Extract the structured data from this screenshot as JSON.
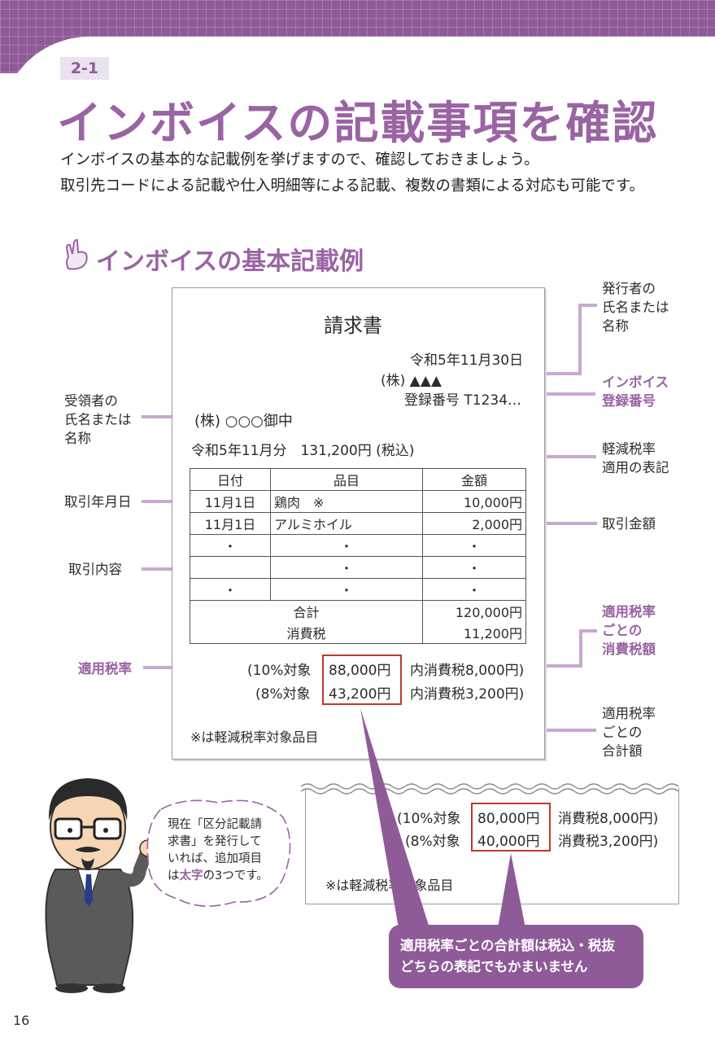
{
  "header": {
    "section_number": "2-1",
    "title": "インボイスの記載事項を確認"
  },
  "intro": {
    "line1": "インボイスの基本的な記載例を挙げますので、確認しておきましょう。",
    "line2": "取引先コードによる記載や仕入明細等による記載、複数の書類による対応も可能です。"
  },
  "subheading": "インボイスの基本記載例",
  "invoice": {
    "title": "請求書",
    "date": "令和5年11月30日",
    "issuer": "(株) ▲▲▲",
    "reg_number": "登録番号 T1234…",
    "recipient": "(株) ○○○御中",
    "summary": "令和5年11月分　131,200円 (税込)",
    "table": {
      "headers": [
        "日付",
        "品目",
        "金額"
      ],
      "rows": [
        [
          "11月1日",
          "鶏肉　※",
          "10,000円"
        ],
        [
          "11月1日",
          "アルミホイル",
          "2,000円"
        ],
        [
          "・",
          "・",
          "・"
        ],
        [
          "",
          "・",
          "・"
        ],
        [
          "・",
          "・",
          "・"
        ]
      ],
      "total_label": "合計",
      "total_value": "120,000円",
      "tax_label": "消費税",
      "tax_value": "11,200円"
    },
    "rate10": {
      "label": "(10%対象",
      "amount": "88,000円",
      "tax": "内消費税8,000円)"
    },
    "rate8": {
      "label": "(8%対象",
      "amount": "43,200円",
      "tax": "内消費税3,200円)"
    },
    "note": "※は軽減税率対象品目"
  },
  "labels": {
    "issuer_name": [
      "発行者の",
      "氏名または",
      "名称"
    ],
    "invoice_reg": [
      "インボイス",
      "登録番号"
    ],
    "recipient_name": [
      "受領者の",
      "氏名または",
      "名称"
    ],
    "reduced_rate": [
      "軽減税率",
      "適用の表記"
    ],
    "transaction_date": "取引年月日",
    "transaction_amount": "取引金額",
    "transaction_content": "取引内容",
    "tax_per_rate": [
      "適用税率",
      "ごとの",
      "消費税額"
    ],
    "applicable_rate": "適用税率",
    "total_per_rate": [
      "適用税率",
      "ごとの",
      "合計額"
    ]
  },
  "alt_invoice": {
    "rate10": {
      "label": "(10%対象",
      "amount": "80,000円",
      "tax": "消費税8,000円)"
    },
    "rate8": {
      "label": "(8%対象",
      "amount": "40,000円",
      "tax": "消費税3,200円)"
    },
    "note": "※は軽減税率対象品目"
  },
  "callout": {
    "line1": "適用税率ごとの合計額は税込・税抜",
    "line2": "どちらの表記でもかまいません"
  },
  "bubble": {
    "line1": "現在「区分記載請",
    "line2": "求書」を発行して",
    "line3": "いれば、追加項目",
    "line4_pre": "は",
    "line4_bold": "太字",
    "line4_post": "の3つです。"
  },
  "colors": {
    "accent": "#9a63a3",
    "arrow": "#c9a8d2",
    "red": "#c0392b"
  },
  "page_number": "16"
}
